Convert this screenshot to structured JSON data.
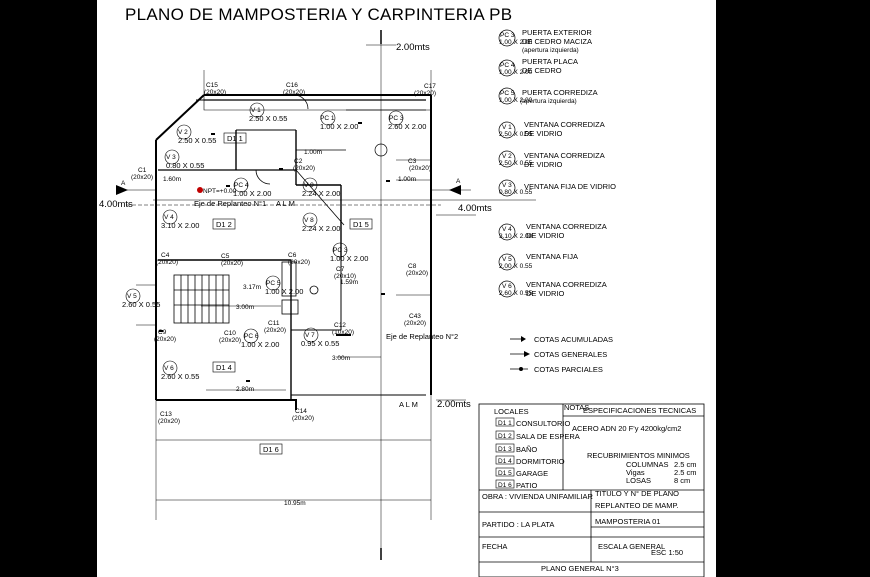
{
  "title": "PLANO DE MAMPOSTERIA Y CARPINTERIA  PB",
  "dims": {
    "top": "2.00mts",
    "left": "4.00mts",
    "right": "4.00mts",
    "bottom": "2.00mts",
    "dim_100a": "1.00m",
    "dim_100b": "1.00m",
    "dim_317": "3.17m",
    "dim_300a": "3.00m",
    "dim_300b": "3.00m",
    "dim_280": "2.80m",
    "dim_159": "1.59m",
    "dim_1095": "10.95m",
    "dim_160": "1.60m"
  },
  "section_mark": "A",
  "axes": {
    "eje1": "Eje de Replanteo N°1",
    "eje2": "Eje de Replanteo N°2",
    "alm_a": "A L M",
    "alm_b": "A L M"
  },
  "npt": "NPT=+0.00",
  "columns": [
    {
      "name": "C15",
      "size": "(20x20)"
    },
    {
      "name": "C16",
      "size": "(20x20)"
    },
    {
      "name": "C17",
      "size": "(20x20)"
    },
    {
      "name": "C1",
      "size": "(20x20)"
    },
    {
      "name": "C2",
      "size": "(20x20)"
    },
    {
      "name": "C3",
      "size": "(20x20)"
    },
    {
      "name": "C4",
      "size": "(20x20)"
    },
    {
      "name": "C5",
      "size": "(20x20)"
    },
    {
      "name": "C6",
      "size": "(20x20)"
    },
    {
      "name": "C7",
      "size": "(20x10)"
    },
    {
      "name": "C8",
      "size": "(20x20)"
    },
    {
      "name": "C9",
      "size": "(20x20)"
    },
    {
      "name": "C10",
      "size": "(20x20)"
    },
    {
      "name": "C11",
      "size": "(20x20)"
    },
    {
      "name": "C12",
      "size": "(10x20)"
    },
    {
      "name": "C13",
      "size": "(20x20)"
    },
    {
      "name": "C14",
      "size": "(20x20)"
    },
    {
      "name": "C43",
      "size": "(20x20)"
    }
  ],
  "plan_openings": [
    {
      "code": "V 1",
      "dims": "2.50 X 0.55"
    },
    {
      "code": "PC 1",
      "dims": "1.00 X 2.00"
    },
    {
      "code": "PC 3",
      "dims": "2.60 X 2.00"
    },
    {
      "code": "V 2",
      "dims": "2.50 X 0.55"
    },
    {
      "code": "V 3",
      "dims": "0.80 X 0.55"
    },
    {
      "code": "PC 4",
      "dims": "1.00 X 2.00"
    },
    {
      "code": "V 9",
      "dims": "2.24 X 2.00"
    },
    {
      "code": "V 4",
      "dims": "3.10 X 2.00"
    },
    {
      "code": "V 8",
      "dims": "2.24 X 2.00"
    },
    {
      "code": "PC 3",
      "dims": "1.00 X 2.00"
    },
    {
      "code": "V 5",
      "dims": "2.60 X 0.55"
    },
    {
      "code": "PC 5",
      "dims": "1.00 X 2.00"
    },
    {
      "code": "PC 6",
      "dims": "1.00 X 2.00"
    },
    {
      "code": "V 7",
      "dims": "0.95 X 0.55"
    },
    {
      "code": "V 6",
      "dims": "2.60 X 0.55"
    }
  ],
  "room_tags": [
    "D1 1",
    "D1 2",
    "D1 5",
    "D1 4",
    "D1 6"
  ],
  "legend": [
    {
      "code": "PC 3",
      "dims": "1.00 X 2.00",
      "desc1": "PUERTA EXTERIOR",
      "desc2": "DE CEDRO MACIZA",
      "desc3": "(apertura izquierda)"
    },
    {
      "code": "PC 4",
      "dims": "1.00 X 2.00",
      "desc1": "PUERTA PLACA",
      "desc2": "DE CEDRO",
      "desc3": ""
    },
    {
      "code": "PC 5",
      "dims": "1.00 X 2.00",
      "desc1": "PUERTA CORREDIZA",
      "desc2": "(apertura izquierda)",
      "desc3": ""
    },
    {
      "code": "V 1",
      "dims": "2.50 X 0.55",
      "desc1": "VENTANA CORREDIZA",
      "desc2": "DE VIDRIO",
      "desc3": ""
    },
    {
      "code": "V 2",
      "dims": "2.50 X 0.55",
      "desc1": "VENTANA CORREDIZA",
      "desc2": "DE VIDRIO",
      "desc3": ""
    },
    {
      "code": "V 3",
      "dims": "0.80 X 0.55",
      "desc1": "VENTANA FIJA DE VIDRIO",
      "desc2": "",
      "desc3": ""
    },
    {
      "code": "V 4",
      "dims": "3.10 X 2.00",
      "desc1": "VENTANA CORREDIZA",
      "desc2": "DE VIDRIO",
      "desc3": ""
    },
    {
      "code": "V 5",
      "dims": "2.00 X 0.55",
      "desc1": "VENTANA FIJA",
      "desc2": "",
      "desc3": ""
    },
    {
      "code": "V 6",
      "dims": "2.60 X 0.55",
      "desc1": "VENTANA CORREDIZA",
      "desc2": "DE VIDRIO",
      "desc3": ""
    }
  ],
  "cotas": [
    "COTAS ACUMULADAS",
    "COTAS GENERALES",
    "COTAS PARCIALES"
  ],
  "locales": {
    "header": "LOCALES",
    "items": [
      {
        "code": "D1 1",
        "name": "CONSULTORIO"
      },
      {
        "code": "D1 2",
        "name": "SALA DE ESPERA"
      },
      {
        "code": "D1 3",
        "name": "BAÑO"
      },
      {
        "code": "D1 4",
        "name": "DORMITORIO"
      },
      {
        "code": "D1 5",
        "name": "GARAGE"
      },
      {
        "code": "D1 6",
        "name": "PATIO"
      }
    ]
  },
  "notas": {
    "header": "NOTAS",
    "spec": "ESPECIFICACIONES TECNICAS",
    "acero": "ACERO ADN 20    F'y  4200kg/cm2",
    "rec": "RECUBRIMIENTOS MINIMOS",
    "rows": [
      {
        "k": "COLUMNAS",
        "v": "2.5 cm"
      },
      {
        "k": "Vigas",
        "v": "2.5 cm"
      },
      {
        "k": "LOSAS",
        "v": "8 cm"
      }
    ]
  },
  "title_block": {
    "obra": "OBRA : VIVIENDA UNIFAMILIAR",
    "titulo1": "TITULO Y N° DE PLANO",
    "titulo2": "REPLANTEO DE MAMP.",
    "partido": "PARTIDO : LA PLATA",
    "mamposteria": "MAMPOSTERIA 01",
    "fecha": "FECHA",
    "escala": "ESCALA GENERAL",
    "esc": "ESC   1:50",
    "plano": "PLANO GENERAL N°3"
  }
}
